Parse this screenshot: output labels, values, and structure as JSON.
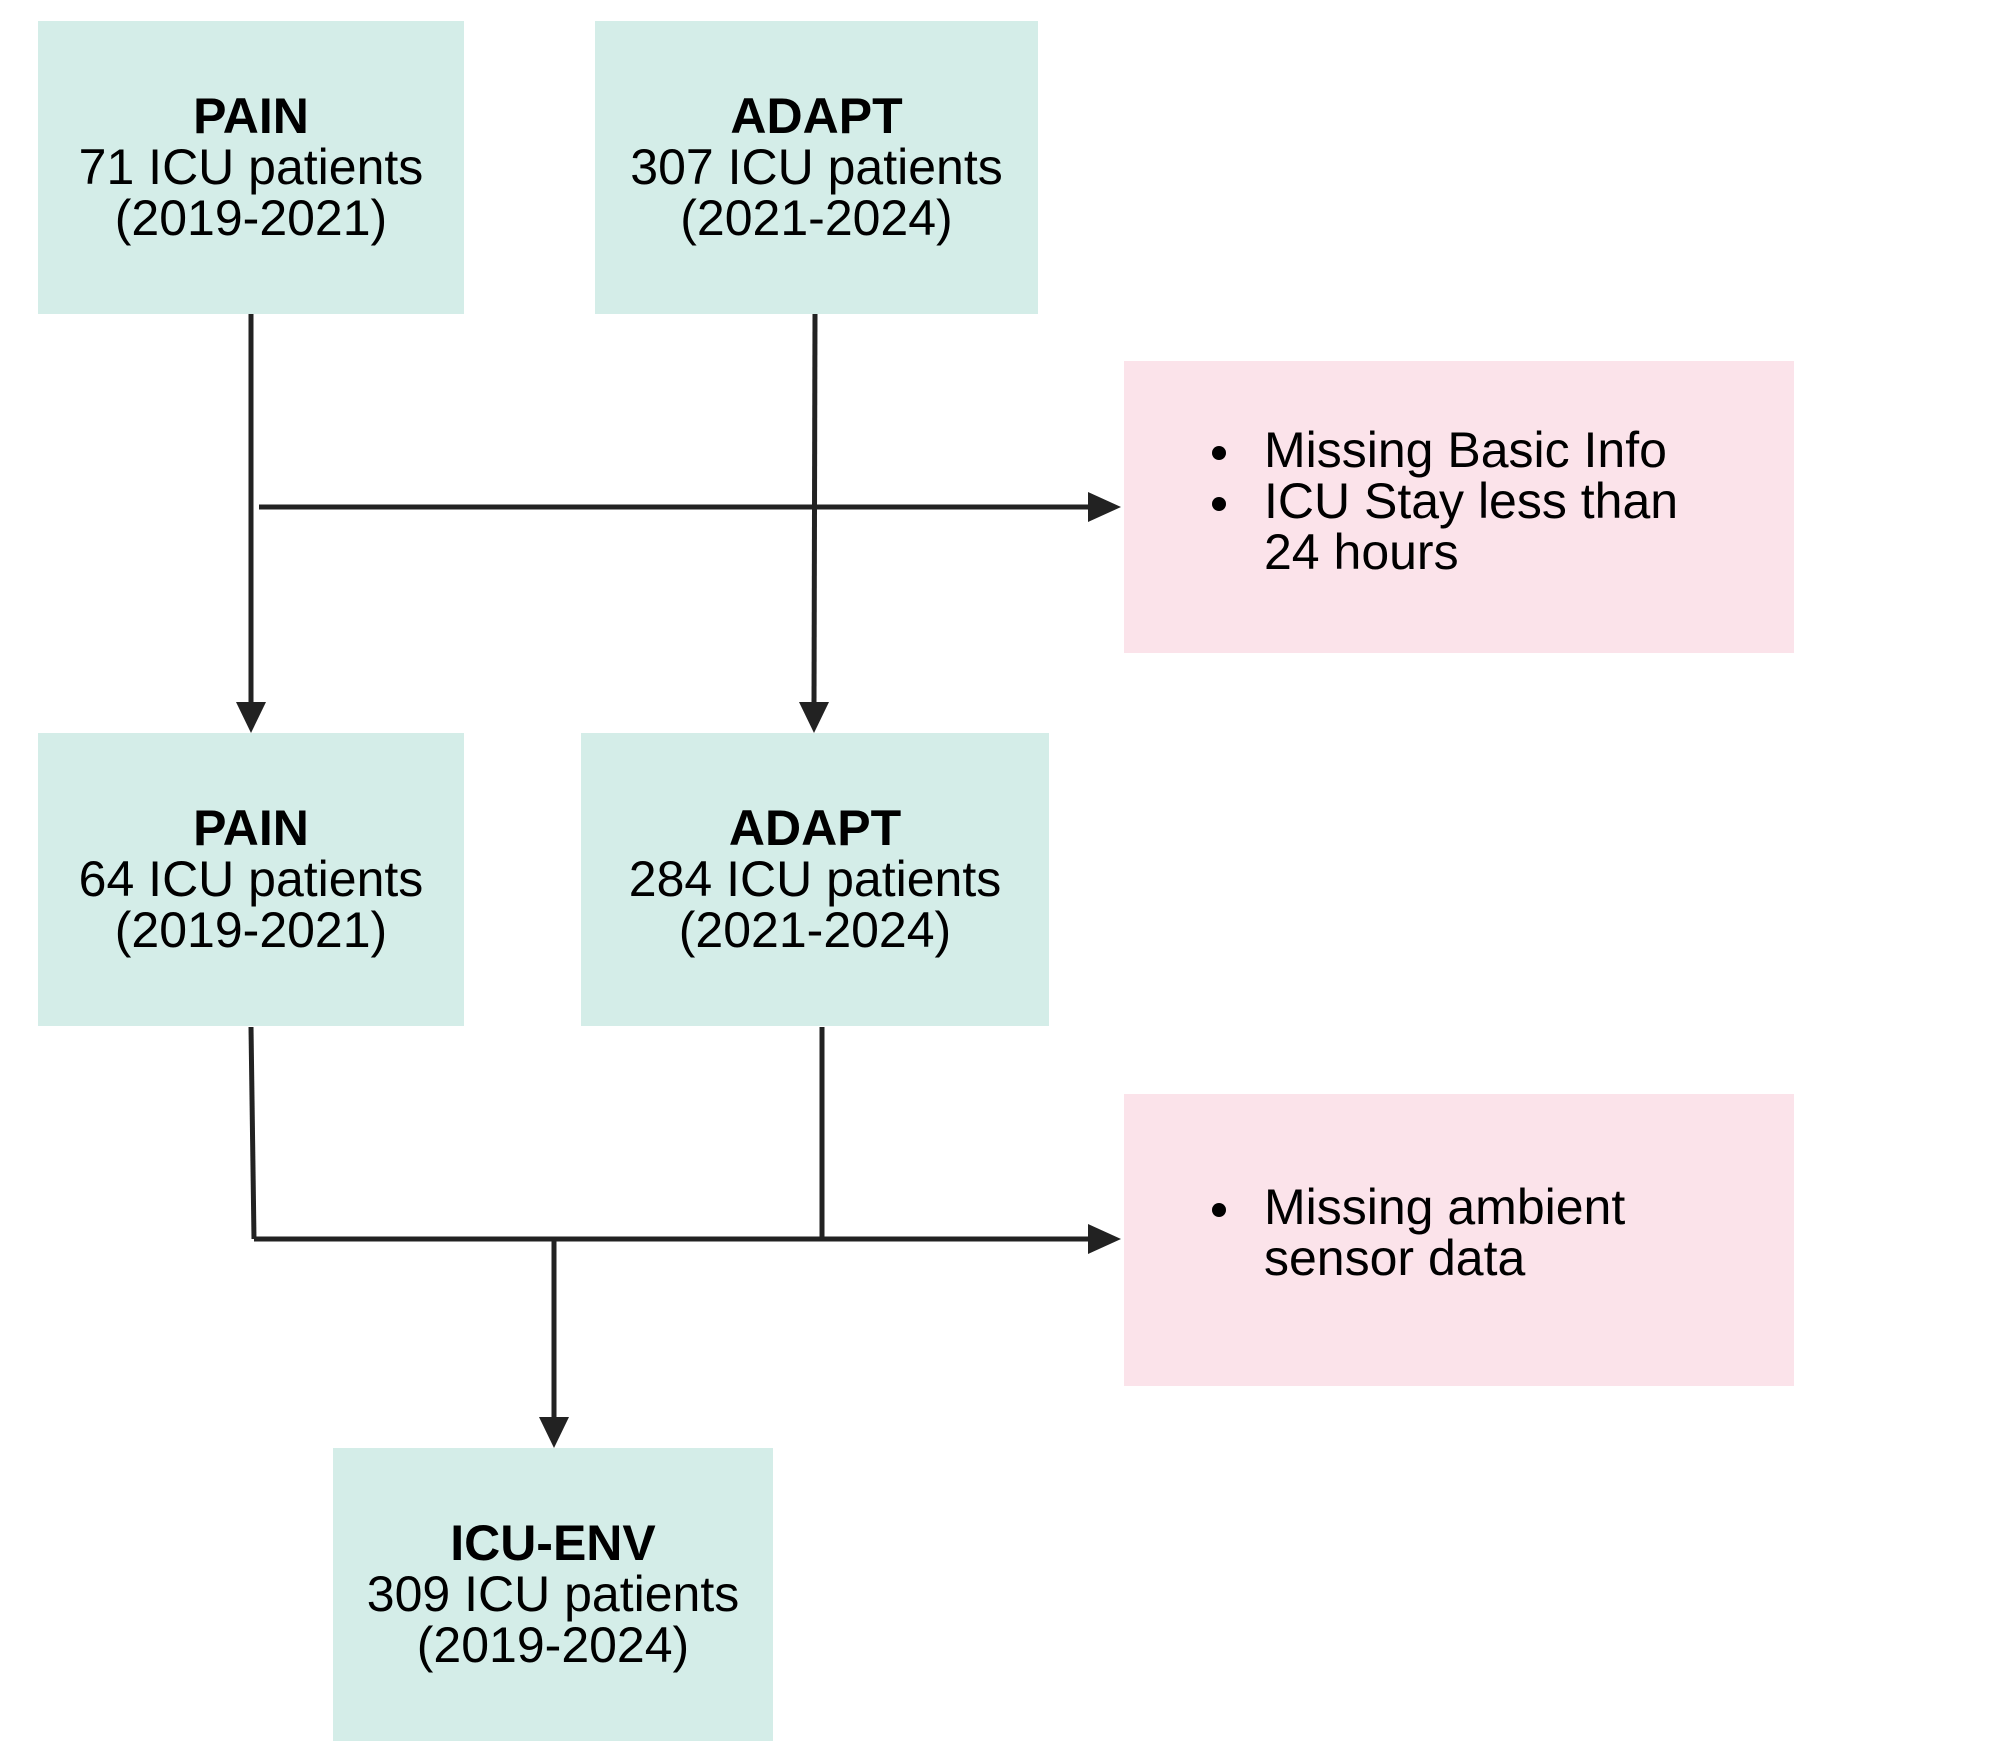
{
  "nodes": {
    "pain_initial": {
      "name": "PAIN",
      "count": "71 ICU patients",
      "period": "(2019-2021)"
    },
    "adapt_initial": {
      "name": "ADAPT",
      "count": "307 ICU patients",
      "period": "(2021-2024)"
    },
    "pain_filtered": {
      "name": "PAIN",
      "count": "64 ICU patients",
      "period": "(2019-2021)"
    },
    "adapt_filtered": {
      "name": "ADAPT",
      "count": "284 ICU patients",
      "period": "(2021-2024)"
    },
    "final": {
      "name": "ICU-ENV",
      "count": "309 ICU patients",
      "period": "(2019-2024)"
    }
  },
  "exclusions": {
    "first": [
      "Missing Basic Info",
      "ICU Stay less than 24 hours"
    ],
    "second": [
      "Missing ambient sensor data"
    ]
  },
  "colors": {
    "cohort_box": "#d4ede8",
    "exclusion_box": "#fbe3ea",
    "connector": "#222222"
  }
}
